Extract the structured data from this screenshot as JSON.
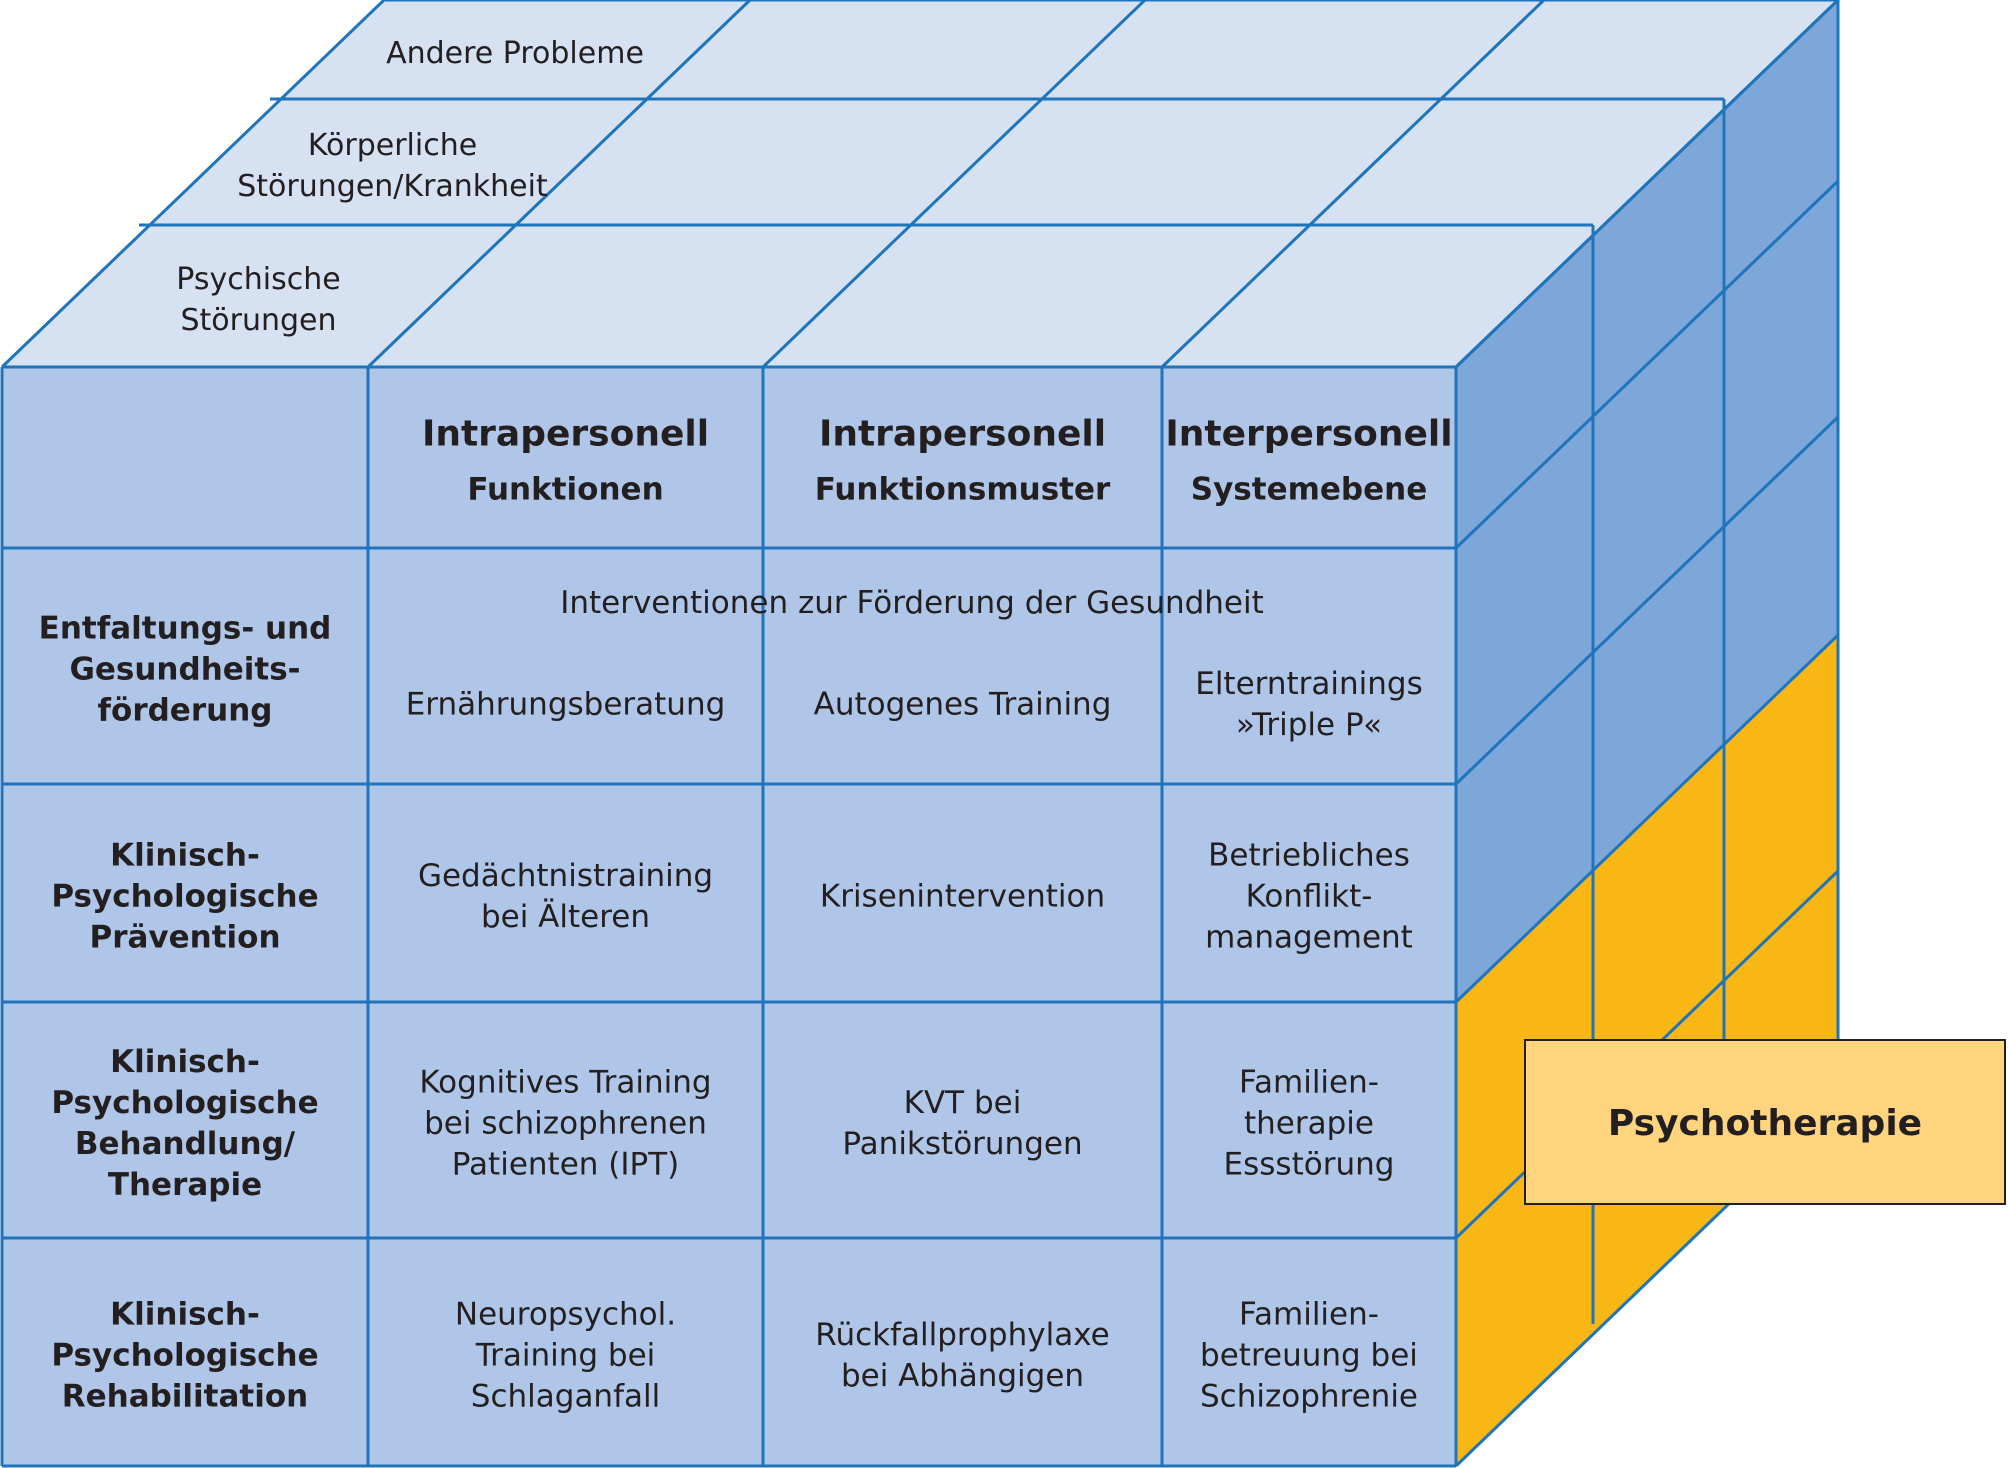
{
  "colors": {
    "top_face": "#d6e1f2",
    "front_face": "#b0c6e8",
    "side_blue": "#7ea7d9",
    "side_yellow": "#f8b715",
    "label_box": "#fed47e",
    "lines": "#1f74bb",
    "text": "#231f20"
  },
  "top_face": {
    "depth_labels": [
      [
        "Andere Probleme"
      ],
      [
        "Körperliche",
        "Störungen/Krankheit"
      ],
      [
        "Psychische",
        "Störungen"
      ]
    ]
  },
  "columns": [
    {
      "title": "Intrapersonell",
      "subtitle": "Funktionen"
    },
    {
      "title": "Intrapersonell",
      "subtitle": "Funktionsmuster"
    },
    {
      "title": "Interpersonell",
      "subtitle": "Systemebene"
    }
  ],
  "rows": [
    {
      "label": [
        "Entfaltungs- und",
        "Gesundheits-",
        "förderung"
      ],
      "banner": "Interventionen zur Förderung der Gesundheit",
      "cells": [
        [
          "Ernährungsberatung"
        ],
        [
          "Autogenes Training"
        ],
        [
          "Elterntrainings",
          "»Triple P«"
        ]
      ]
    },
    {
      "label": [
        "Klinisch-",
        "Psychologische",
        "Prävention"
      ],
      "cells": [
        [
          "Gedächtnistraining",
          "bei Älteren"
        ],
        [
          "Krisenintervention"
        ],
        [
          "Betriebliches",
          "Konflikt-",
          "management"
        ]
      ]
    },
    {
      "label": [
        "Klinisch-",
        "Psychologische",
        "Behandlung/",
        "Therapie"
      ],
      "cells": [
        [
          "Kognitives Training",
          "bei schizophrenen",
          "Patienten (IPT)"
        ],
        [
          "KVT bei",
          "Panikstörungen"
        ],
        [
          "Familien-",
          "therapie",
          "Essstörung"
        ]
      ]
    },
    {
      "label": [
        "Klinisch-",
        "Psychologische",
        "Rehabilitation"
      ],
      "cells": [
        [
          "Neuropsychol.",
          "Training bei",
          "Schlaganfall"
        ],
        [
          "Rückfallprophylaxe",
          "bei  Abhängigen"
        ],
        [
          "Familien-",
          "betreuung bei",
          "Schizophrenie"
        ]
      ]
    }
  ],
  "highlight": {
    "label": "Psychotherapie",
    "rows_covered": [
      2,
      3
    ]
  }
}
